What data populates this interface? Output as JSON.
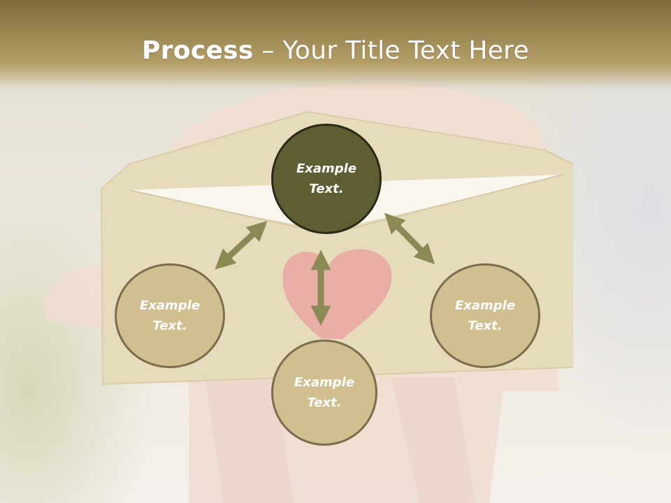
{
  "title": {
    "bold": "Process",
    "rest": " – Your Title Text Here"
  },
  "nodes": {
    "top": {
      "text": "Example\nText."
    },
    "left": {
      "text": "Example\nText."
    },
    "right": {
      "text": "Example\nText."
    },
    "bottom": {
      "text": "Example\nText."
    }
  },
  "colors": {
    "header": "#9a8450",
    "center_node": "#5e5e32",
    "outer_node": "#d2bf90",
    "arrow": "#8b8a55",
    "heart": "#e48f90"
  }
}
